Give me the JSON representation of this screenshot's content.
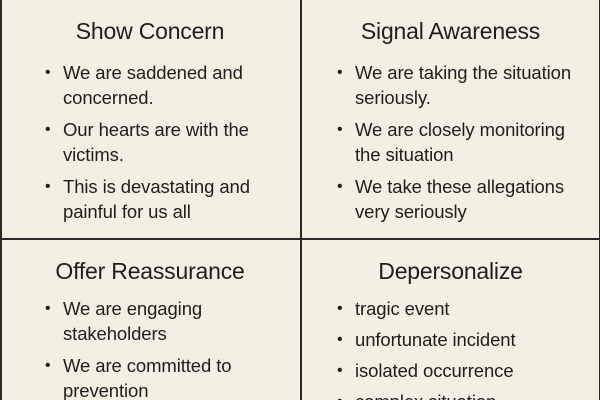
{
  "quadrants": {
    "top_left": {
      "title": "Show Concern",
      "items": [
        "We are saddened and concerned.",
        "Our hearts are with the victims.",
        "This is devastating and painful for us all"
      ]
    },
    "top_right": {
      "title": "Signal Awareness",
      "items": [
        "We are taking the situation seriously.",
        "We are closely monitoring the situation",
        "We take these allegations very seriously"
      ]
    },
    "bottom_left": {
      "title": "Offer Reassurance",
      "items": [
        "We are engaging stakeholders",
        "We are committed to prevention"
      ]
    },
    "bottom_right": {
      "title": "Depersonalize",
      "items": [
        "tragic event",
        "unfortunate incident",
        "isolated occurrence",
        "complex situation"
      ]
    }
  }
}
